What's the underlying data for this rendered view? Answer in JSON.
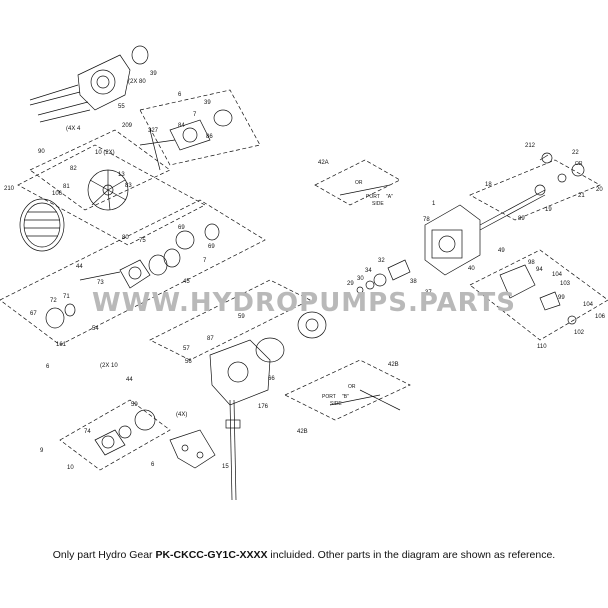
{
  "caption": {
    "prefix": "Only part Hydro Gear ",
    "part_number": "PK-CKCC-GY1C-XXXX",
    "suffix": " incluided. Other parts in the diagram are shown as reference."
  },
  "watermark": "WWW.HYDROPUMPS.PARTS",
  "callouts": {
    "c39a": "39",
    "c2x80": "(2X 80",
    "c55": "55",
    "c4x4": "(4X 4",
    "c6a": "6",
    "c39b": "39",
    "c209": "209",
    "c327": "327",
    "c84": "84",
    "c7a": "7",
    "c86": "86",
    "c90": "90",
    "c10_2x": "10 (2X)",
    "c82": "82",
    "c13": "13",
    "c83": "83",
    "c81": "81",
    "c106a": "106",
    "c210": "210",
    "c42a": "42A",
    "c18": "18",
    "c212": "212",
    "c22": "22",
    "c20": "20",
    "c21": "21",
    "c19": "19",
    "c89": "89",
    "c78": "78",
    "c1": "1",
    "c80": "80",
    "c75": "75",
    "c69a": "69",
    "c69b": "69",
    "c7b": "7",
    "c44a": "44",
    "c45": "45",
    "c67": "67",
    "c72": "72",
    "c71": "71",
    "c73": "73",
    "c54": "54",
    "c161": "161",
    "c6b": "6",
    "c2x10": "(2X 10",
    "c49": "49",
    "c98": "98",
    "c94": "94",
    "c104a": "104",
    "c103": "103",
    "c99": "99",
    "c104b": "104",
    "c102": "102",
    "c106b": "106",
    "c110": "110",
    "c32": "32",
    "c34": "34",
    "c30": "30",
    "c29": "29",
    "c38": "38",
    "c37": "37",
    "c40": "40",
    "c59": "59",
    "c87": "87",
    "c57": "57",
    "c56": "56",
    "c66": "66",
    "c176": "176",
    "c44b": "44",
    "c42b": "42B",
    "c42b2": "42B",
    "c59b": "59",
    "c4x": "(4X)",
    "c74": "74",
    "c9": "9",
    "c10b": "10",
    "c6c": "6",
    "c15": "15"
  },
  "notes": {
    "port_a_1": "PORT",
    "port_a_2": "\"A\"",
    "port_a_3": "SIDE",
    "port_b_1": "PORT",
    "port_b_2": "\"B\"",
    "port_b_3": "SIDE",
    "or_a": "OR",
    "or_b": "OR",
    "or_c": "OR"
  }
}
